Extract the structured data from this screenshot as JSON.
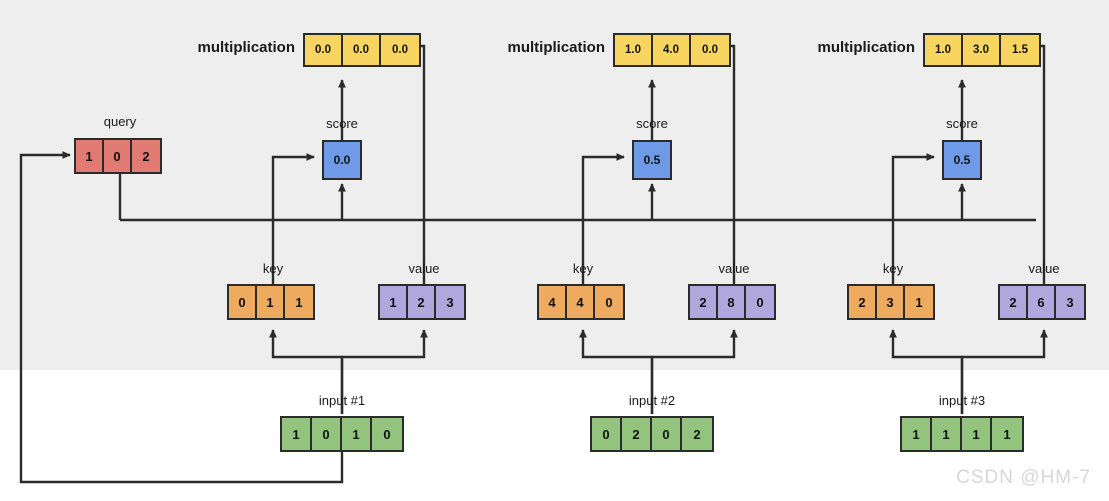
{
  "figure": {
    "title": "self-attention score and multiplication diagram",
    "watermark": "CSDN @HM-7",
    "band_color": "#eeeeee",
    "background_color": "#ffffff",
    "line_color": "#2b2b2b"
  },
  "palette": {
    "query": "#e07a72",
    "multiplication": "#f7d560",
    "score": "#6e9ae8",
    "key": "#eeab5f",
    "value": "#b0a8dd",
    "input": "#93c47d"
  },
  "labels": {
    "query": "query",
    "score": "score",
    "key": "key",
    "value": "value",
    "multiplication": "multiplication"
  },
  "query": {
    "label": "query",
    "values": [
      "1",
      "0",
      "2"
    ]
  },
  "columns": [
    {
      "id": "col1",
      "input_label": "input #1",
      "input_values": [
        "1",
        "0",
        "1",
        "0"
      ],
      "key_label": "key",
      "key_values": [
        "0",
        "1",
        "1"
      ],
      "value_label": "value",
      "value_values": [
        "1",
        "2",
        "3"
      ],
      "score_label": "score",
      "score_value": "0.0",
      "multiplication_label": "multiplication",
      "multiplication_values": [
        "0.0",
        "0.0",
        "0.0"
      ]
    },
    {
      "id": "col2",
      "input_label": "input #2",
      "input_values": [
        "0",
        "2",
        "0",
        "2"
      ],
      "key_label": "key",
      "key_values": [
        "4",
        "4",
        "0"
      ],
      "value_label": "value",
      "value_values": [
        "2",
        "8",
        "0"
      ],
      "score_label": "score",
      "score_value": "0.5",
      "multiplication_label": "multiplication",
      "multiplication_values": [
        "1.0",
        "4.0",
        "0.0"
      ]
    },
    {
      "id": "col3",
      "input_label": "input #3",
      "input_values": [
        "1",
        "1",
        "1",
        "1"
      ],
      "key_label": "key",
      "key_values": [
        "2",
        "3",
        "1"
      ],
      "value_label": "value",
      "value_values": [
        "2",
        "6",
        "3"
      ],
      "score_label": "score",
      "score_value": "0.5",
      "multiplication_label": "multiplication",
      "multiplication_values": [
        "1.0",
        "3.0",
        "1.5"
      ]
    }
  ]
}
